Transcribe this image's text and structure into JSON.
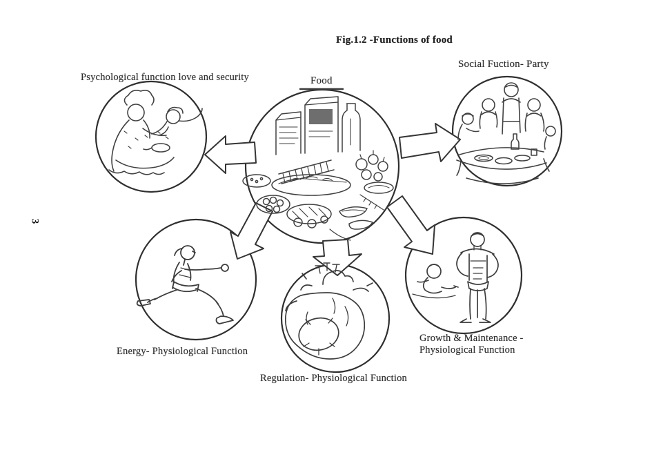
{
  "page": {
    "background": "#ffffff",
    "ink_color": "#3a3a3a",
    "page_number": "3",
    "title": "Fig.1.2 -Functions of food"
  },
  "figure": {
    "center_label": "Food",
    "center_icon": "assorted-food-illustration",
    "labels": {
      "psychological": "Psychological function love and security",
      "social": "Social Fuction- Party",
      "energy": "Energy- Physiological Function",
      "regulation": "Regulation- Physiological Function",
      "growth_line1": "Growth & Maintenance -",
      "growth_line2": "Physiological Function"
    },
    "icons": {
      "psychological": "mother-and-child-illustration",
      "social": "party-table-illustration",
      "energy": "running-man-illustration",
      "regulation": "anatomical-heart-illustration",
      "growth": "man-and-baby-illustration"
    }
  }
}
